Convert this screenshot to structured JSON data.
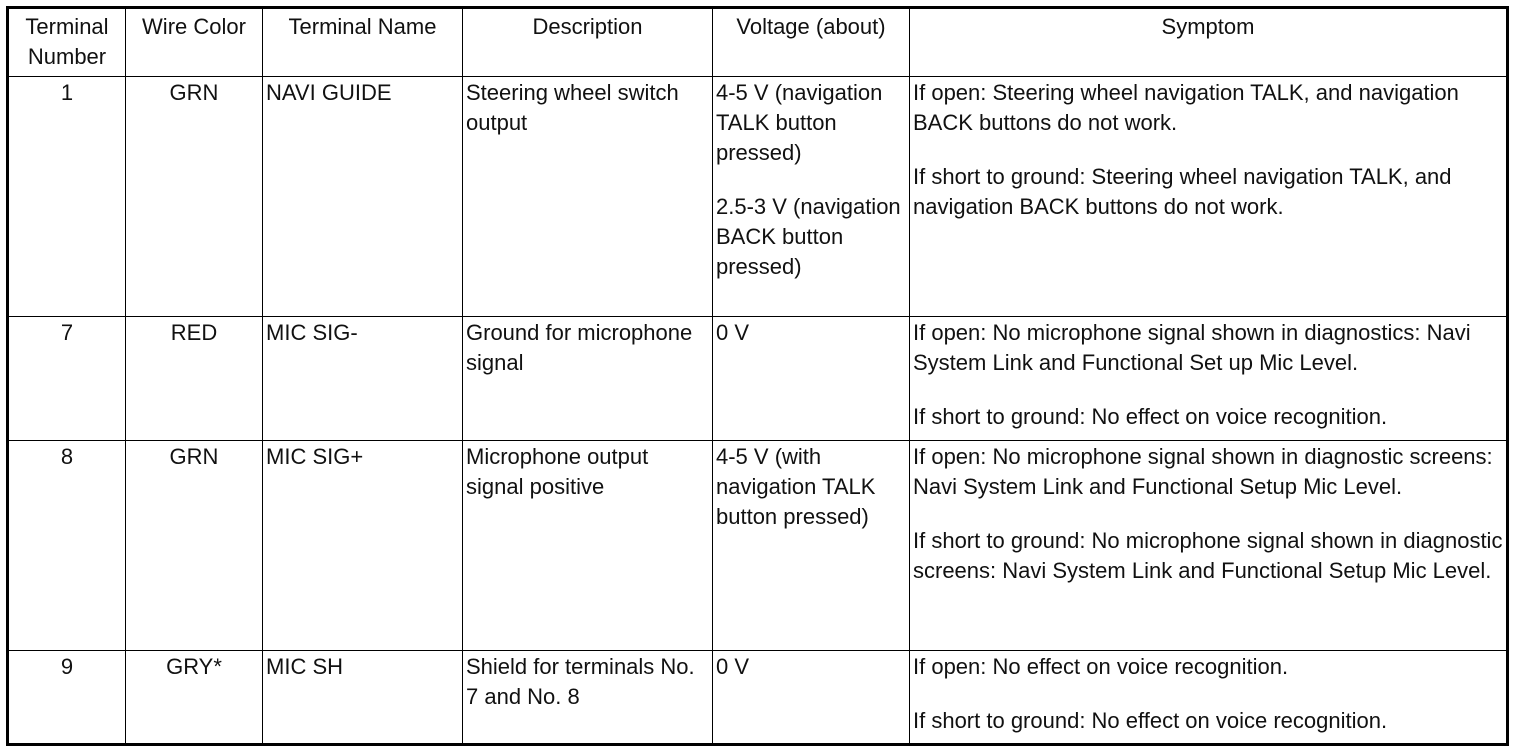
{
  "table": {
    "headers": [
      [
        "Terminal",
        "Number"
      ],
      [
        "Wire Color"
      ],
      [
        "Terminal Name"
      ],
      [
        "Description"
      ],
      [
        "Voltage (about)"
      ],
      [
        "Symptom"
      ]
    ],
    "rows": [
      {
        "number": "1",
        "wire_color": "GRN",
        "terminal_name": "NAVI GUIDE",
        "description": "Steering wheel switch output",
        "voltage": [
          "4-5 V (navigation TALK button pressed)",
          "2.5-3 V (navigation BACK button pressed)"
        ],
        "symptom": [
          "If open: Steering wheel navigation TALK, and navigation BACK buttons do not work.",
          "If short to ground: Steering wheel navigation TALK, and navigation BACK buttons do not work."
        ]
      },
      {
        "number": "7",
        "wire_color": "RED",
        "terminal_name": "MIC SIG-",
        "description": "Ground for microphone signal",
        "voltage": [
          "0 V"
        ],
        "symptom": [
          "If open: No microphone signal shown in diagnostics: Navi System Link and Functional Set up Mic Level.",
          "If short to ground: No effect on voice recognition."
        ]
      },
      {
        "number": "8",
        "wire_color": "GRN",
        "terminal_name": "MIC SIG+",
        "description": "Microphone output signal positive",
        "voltage": [
          "4-5 V (with navigation TALK button pressed)"
        ],
        "symptom": [
          "If open: No microphone signal shown in diagnostic screens: Navi System Link and Functional Setup Mic Level.",
          "If short to ground: No microphone signal shown in diagnostic screens: Navi System Link and Functional Setup Mic Level."
        ]
      },
      {
        "number": "9",
        "wire_color": "GRY*",
        "terminal_name": "MIC SH",
        "description": "Shield for terminals No. 7 and No. 8",
        "voltage": [
          "0 V"
        ],
        "symptom": [
          "If open: No effect on voice recognition.",
          "If short to ground: No effect on voice recognition."
        ]
      }
    ]
  }
}
